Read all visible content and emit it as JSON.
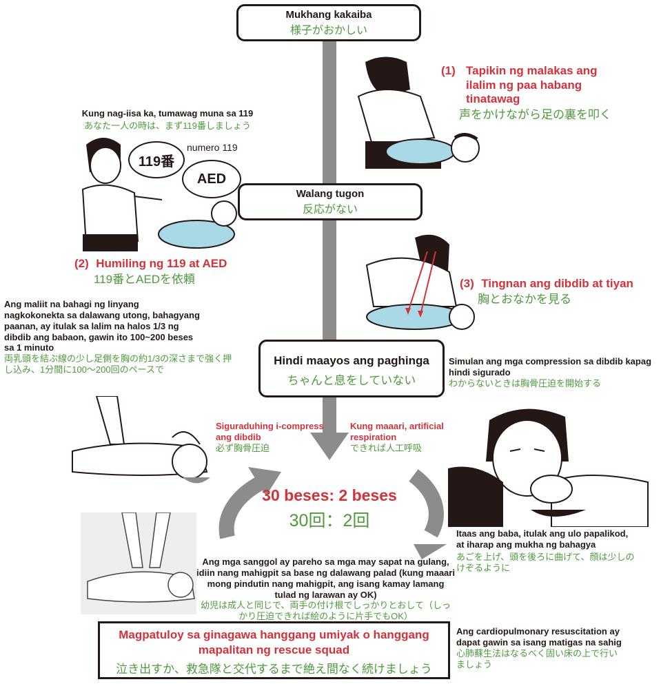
{
  "box_start": {
    "tl": "Mukhang kakaiba",
    "jp": "様子がおかしい"
  },
  "box_noresponse": {
    "tl": "Walang tugon",
    "jp": "反応がない"
  },
  "box_breathing": {
    "tl": "Hindi maayos ang paghinga",
    "jp": "ちゃんと息をしていない"
  },
  "box_final": {
    "tl": "Magpatuloy sa ginagawa hanggang umiyak o hanggang mapalitan ng rescue squad",
    "jp": "泣き出すか、救急隊と交代するまで絶え間なく続けましょう"
  },
  "step1": {
    "num": "(1)",
    "tl": "Tapikin ng malakas ang ilalim ng paa habang tinatawag",
    "jp": "声をかけながら足の裏を叩く"
  },
  "step2": {
    "num": "(2)",
    "tl": "Humiling ng 119 at AED",
    "jp": "119番とAEDを依頼"
  },
  "step3": {
    "num": "(3)",
    "tl": "Tingnan ang dibdib at tiyan",
    "jp": "胸とおなかを見る"
  },
  "alone": {
    "tl": "Kung nag-iisa ka, tumawag muna sa 119",
    "jp": "あなた一人の時は、まず119番しましょう"
  },
  "bubbles": {
    "b119": "119番",
    "aed": "AED",
    "numero": "numero 119"
  },
  "compress_howto": {
    "tl": "Ang maliit na bahagi ng linyang nagkokonekta sa dalawang utong, bahagyang paanan, ay itulak sa lalim na halos 1/3 ng dibdib ang babaon, gawin ito 100~200 beses sa 1 minuto",
    "jp": "両乳頭を結ぶ線の少し足側を胸の約1/3の深さまで強く押し込み、1分間に100～200回のペースで"
  },
  "unsure": {
    "tl": "Simulan ang mga compression sa dibdib kapag hindi sigurado",
    "jp": "わからないときは胸骨圧迫を開始する"
  },
  "sure_compress": {
    "tl": "Siguraduhing i-compress ang dibdib",
    "jp": "必ず胸骨圧迫"
  },
  "artificial": {
    "tl": "Kung maaari, artificial respiration",
    "jp": "できれば人工呼吸"
  },
  "ratio": {
    "tl": "30 beses: 2 beses",
    "jp": "30回：2回"
  },
  "chin": {
    "tl": "Itaas ang baba, itulak ang ulo papalikod, at iharap ang mukha ng bahagya",
    "jp": "あごを上げ、頭を後ろに曲げて、顔は少しのけぞるように"
  },
  "infant": {
    "tl": "Ang mga sanggol ay pareho sa mga may sapat na gulang, idiin nang mahigpit sa base ng dalawang palad (kung maaari mong pindutin nang mahigpit, ang isang kamay lamang tulad ng larawan ay OK)",
    "jp": "幼児は成人と同じで、両手の付け根でしっかりとおして（しっかり圧迫できれば絵のように片手でもOK）"
  },
  "floor": {
    "tl": "Ang cardiopulmonary resuscitation ay dapat gawin sa isang matigas na sahig",
    "jp": "心肺蘇生法はなるべく固い床の上で行いましょう"
  },
  "colors": {
    "red": "#d2323a",
    "green": "#4e9a3c",
    "arrow_gray": "#8c8c8c",
    "shirt_blue": "#a9d9e6"
  }
}
